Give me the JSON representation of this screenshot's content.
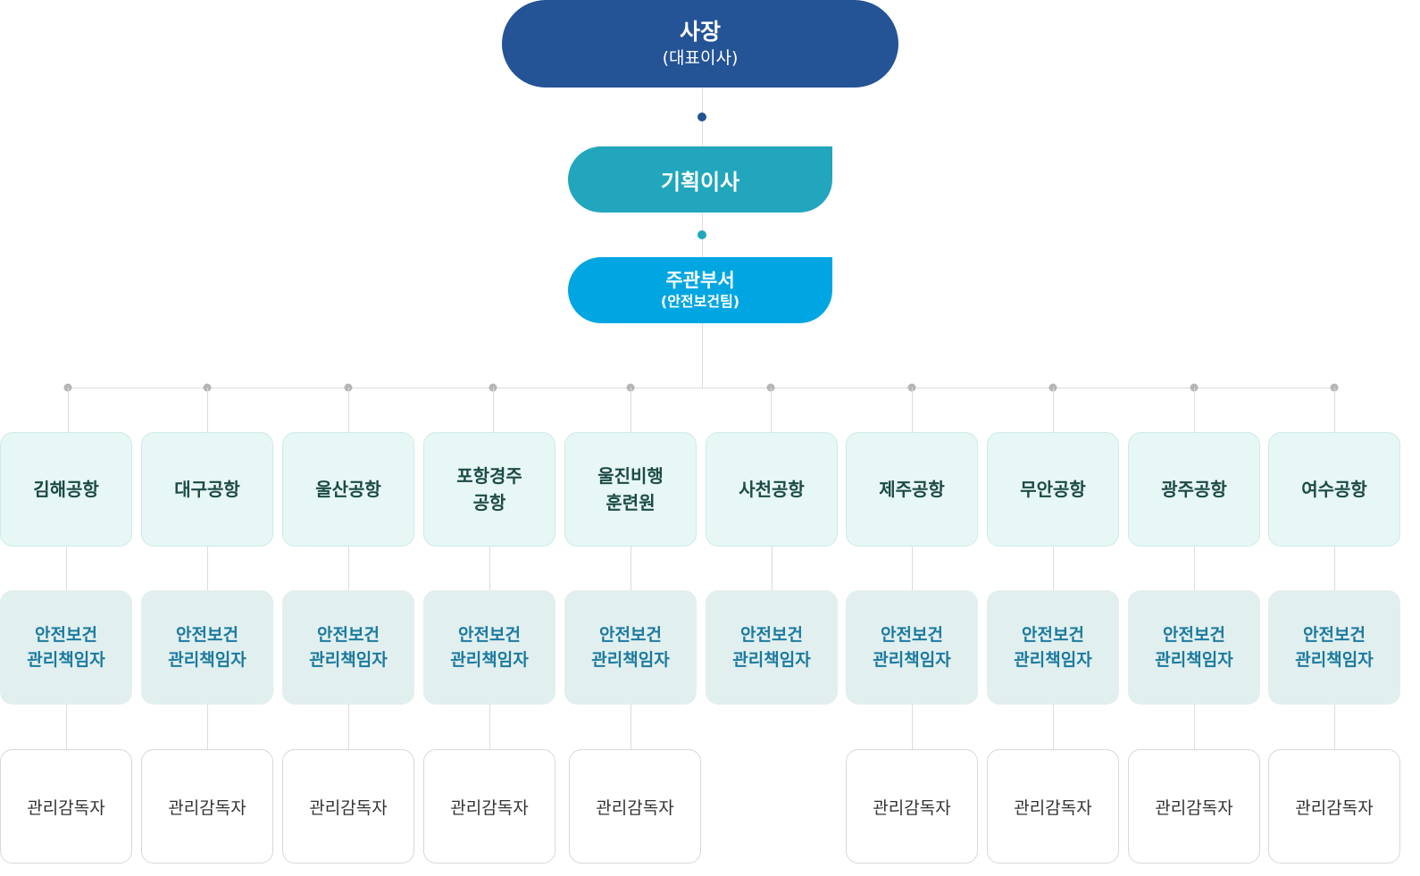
{
  "colors": {
    "ceo": "#245396",
    "planning": "#22a6bd",
    "department": "#00a6e2",
    "airport_box": "#e6f7f5",
    "manager_box": "#e1efee",
    "manager_text": "#1c7a9f",
    "connector": "#dcdcdc",
    "dot": "#b5b5b5"
  },
  "ceo": {
    "title": "사장",
    "subtitle": "(대표이사)"
  },
  "planning": {
    "title": "기획이사"
  },
  "department": {
    "title": "주관부서",
    "subtitle": "(안전보건팀)"
  },
  "columns": [
    {
      "airport": "김해공항",
      "manager": "안전보건\n관리책임자",
      "supervisor": "관리감독자"
    },
    {
      "airport": "대구공항",
      "manager": "안전보건\n관리책임자",
      "supervisor": "관리감독자"
    },
    {
      "airport": "울산공항",
      "manager": "안전보건\n관리책임자",
      "supervisor": "관리감독자"
    },
    {
      "airport": "포항경주\n공항",
      "manager": "안전보건\n관리책임자",
      "supervisor": "관리감독자"
    },
    {
      "airport": "울진비행\n훈련원",
      "manager": "안전보건\n관리책임자",
      "supervisor": "관리감독자"
    },
    {
      "airport": "사천공항",
      "manager": "안전보건\n관리책임자",
      "supervisor": null
    },
    {
      "airport": "제주공항",
      "manager": "안전보건\n관리책임자",
      "supervisor": "관리감독자"
    },
    {
      "airport": "무안공항",
      "manager": "안전보건\n관리책임자",
      "supervisor": "관리감독자"
    },
    {
      "airport": "광주공항",
      "manager": "안전보건\n관리책임자",
      "supervisor": "관리감독자"
    },
    {
      "airport": "여수공항",
      "manager": "안전보건\n관리책임자",
      "supervisor": "관리감독자"
    }
  ]
}
